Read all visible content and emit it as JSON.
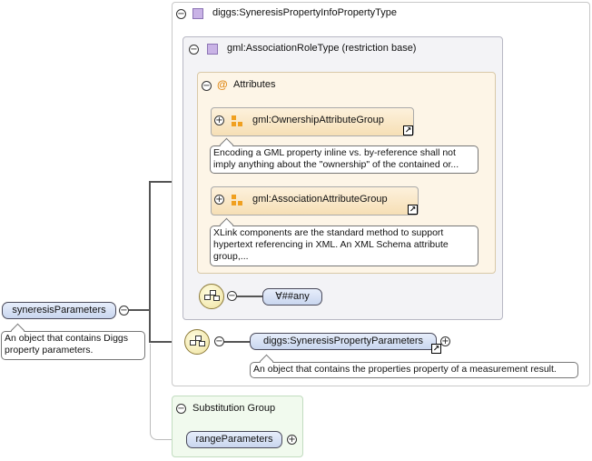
{
  "root": {
    "name": "syneresisParameters",
    "doc": "An object that contains Diggs property parameters."
  },
  "type_box": {
    "title": "diggs:SyneresisPropertyInfoPropertyType"
  },
  "base_box": {
    "title": "gml:AssociationRoleType (restriction base)"
  },
  "attributes_box": {
    "title": "Attributes",
    "groups": [
      {
        "name": "gml:OwnershipAttributeGroup",
        "doc": "Encoding a GML property inline vs. by-reference shall not imply anything about the \"ownership\" of the contained or..."
      },
      {
        "name": "gml:AssociationAttributeGroup",
        "doc": "XLink components are the standard method to support hypertext referencing in XML. An XML Schema attribute group,..."
      }
    ]
  },
  "any_element": {
    "label": "∀##any"
  },
  "child_element": {
    "name": "diggs:SyneresisPropertyParameters",
    "doc": "An object that contains the properties property of a measurement result."
  },
  "substitution_group": {
    "title": "Substitution Group",
    "member": "rangeParameters"
  },
  "icons": {
    "complex_type": "complex-type-icon",
    "attributes": "at-sign-icon",
    "attribute_group": "attribute-group-icon",
    "sequence": "sequence-compositor-icon",
    "link": "reference-link-icon"
  },
  "colors": {
    "element_fill": "#d6e0f5",
    "attr_fill": "#fdf3e3",
    "substitution_fill": "#f1faee",
    "base_fill": "#f3f3f6"
  }
}
